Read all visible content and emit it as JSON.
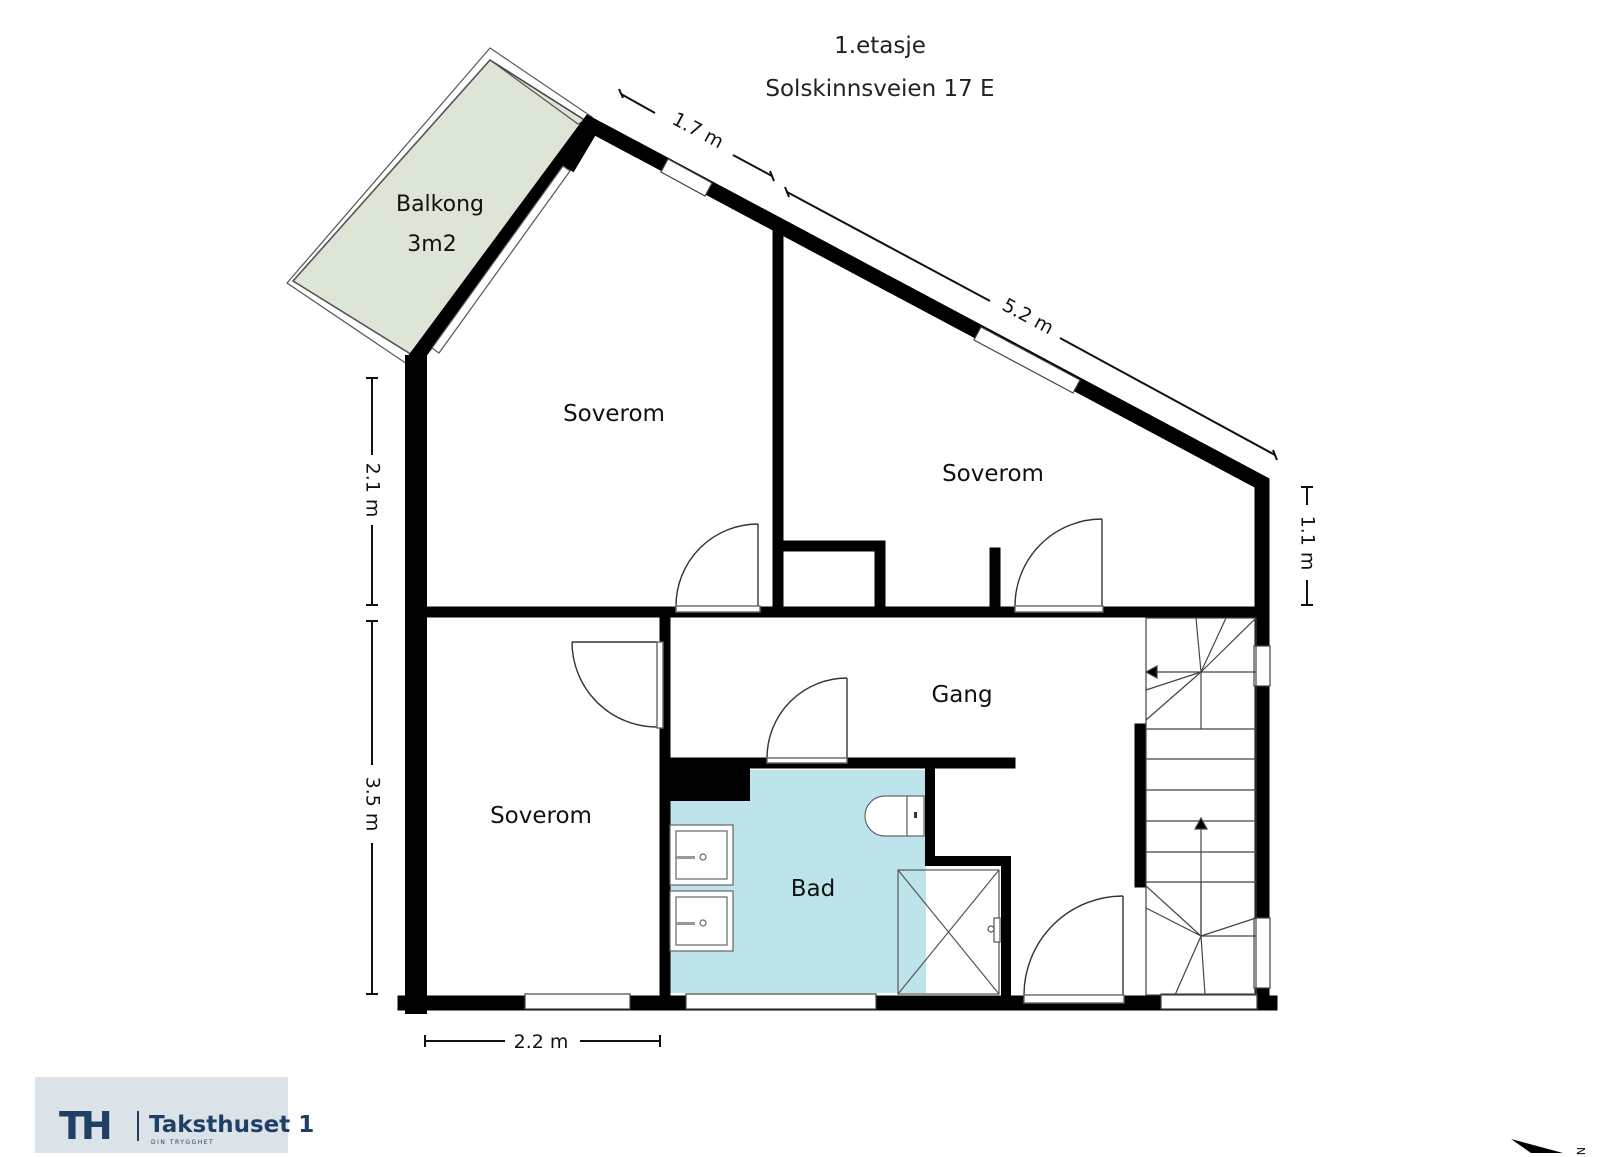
{
  "header": {
    "floor": "1.etasje",
    "address": "Solskinnsveien 17 E"
  },
  "rooms": {
    "balcony_name": "Balkong",
    "balcony_area": "3m2",
    "bedroom_top_left": "Soverom",
    "bedroom_top_right": "Soverom",
    "bedroom_bottom_left": "Soverom",
    "hallway": "Gang",
    "bathroom": "Bad"
  },
  "dimensions": {
    "top_short": "1.7 m",
    "top_long": "5.2 m",
    "left_upper": "2.1 m",
    "left_lower": "3.5 m",
    "right": "1.1 m",
    "bottom": "2.2 m"
  },
  "logo": {
    "mark": "TH",
    "name": "Taksthuset 1",
    "tagline": "DIN TRYGGHET"
  },
  "compass": {
    "letter": "N"
  },
  "colors": {
    "wall": "#000000",
    "balcony_fill": "#dde5d6",
    "bathroom_fill": "#bde4ea",
    "logo_bg": "#dbe3e9",
    "logo_text": "#1f3f64"
  }
}
